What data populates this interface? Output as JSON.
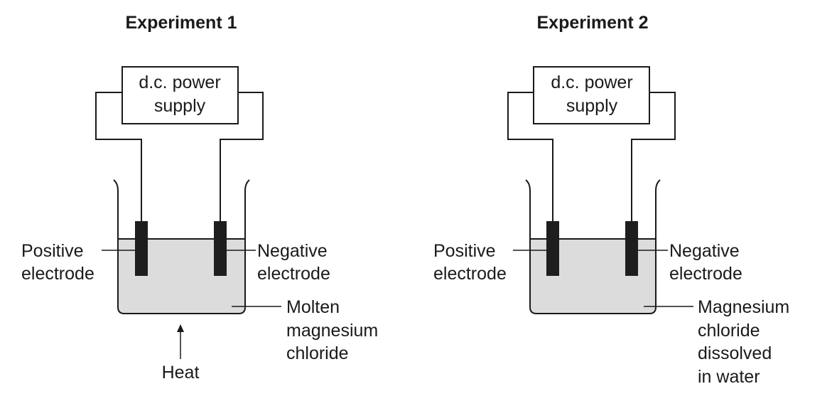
{
  "experiments": [
    {
      "title": "Experiment 1",
      "power_supply": [
        "d.c. power",
        "supply"
      ],
      "positive_label": [
        "Positive",
        "electrode"
      ],
      "negative_label": [
        "Negative",
        "electrode"
      ],
      "liquid_label": [
        "Molten",
        "magnesium",
        "chloride"
      ],
      "heat_label": "Heat"
    },
    {
      "title": "Experiment 2",
      "power_supply": [
        "d.c. power",
        "supply"
      ],
      "positive_label": [
        "Positive",
        "electrode"
      ],
      "negative_label": [
        "Negative",
        "electrode"
      ],
      "liquid_label": [
        "Magnesium",
        "chloride",
        "dissolved",
        "in water"
      ]
    }
  ]
}
